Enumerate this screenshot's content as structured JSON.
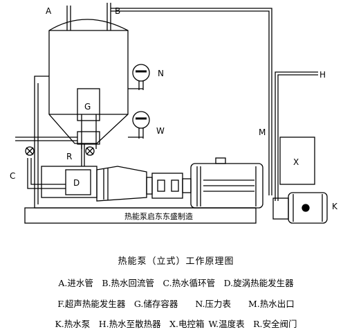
{
  "diagram": {
    "plate_text": "热能泵启东东盛制造",
    "labels": {
      "A": "A",
      "B": "B",
      "C": "C",
      "D": "D",
      "G": "G",
      "H": "H",
      "K": "K",
      "M": "M",
      "N": "N",
      "R": "R",
      "W": "W",
      "X": "X"
    }
  },
  "caption": "热能泵（立式）工作原理图",
  "legend": {
    "row1": "A.进水管　B.热水回流管　C.热水循环管　D.旋涡热能发生器",
    "row2": "F.超声热能发生器　G.储存容器　　N.压力表　　M.热水出口",
    "row3": "K.热水泵　H.热水至散热器　X.电控箱 W.温度表　R.安全阀门"
  }
}
